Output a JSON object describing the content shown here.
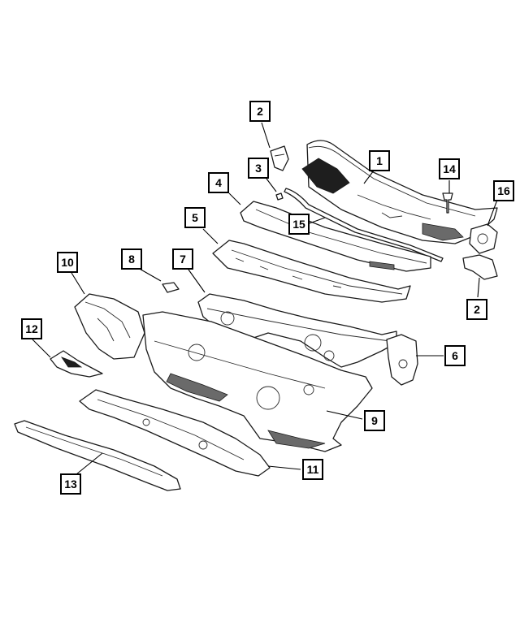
{
  "callouts": [
    {
      "id": "c1",
      "label": "1"
    },
    {
      "id": "c2a",
      "label": "2"
    },
    {
      "id": "c2b",
      "label": "2"
    },
    {
      "id": "c3",
      "label": "3"
    },
    {
      "id": "c4",
      "label": "4"
    },
    {
      "id": "c5",
      "label": "5"
    },
    {
      "id": "c6",
      "label": "6"
    },
    {
      "id": "c7",
      "label": "7"
    },
    {
      "id": "c8",
      "label": "8"
    },
    {
      "id": "c9",
      "label": "9"
    },
    {
      "id": "c10",
      "label": "10"
    },
    {
      "id": "c11",
      "label": "11"
    },
    {
      "id": "c12",
      "label": "12"
    },
    {
      "id": "c13",
      "label": "13"
    },
    {
      "id": "c14",
      "label": "14"
    },
    {
      "id": "c15",
      "label": "15"
    },
    {
      "id": "c16",
      "label": "16"
    }
  ]
}
